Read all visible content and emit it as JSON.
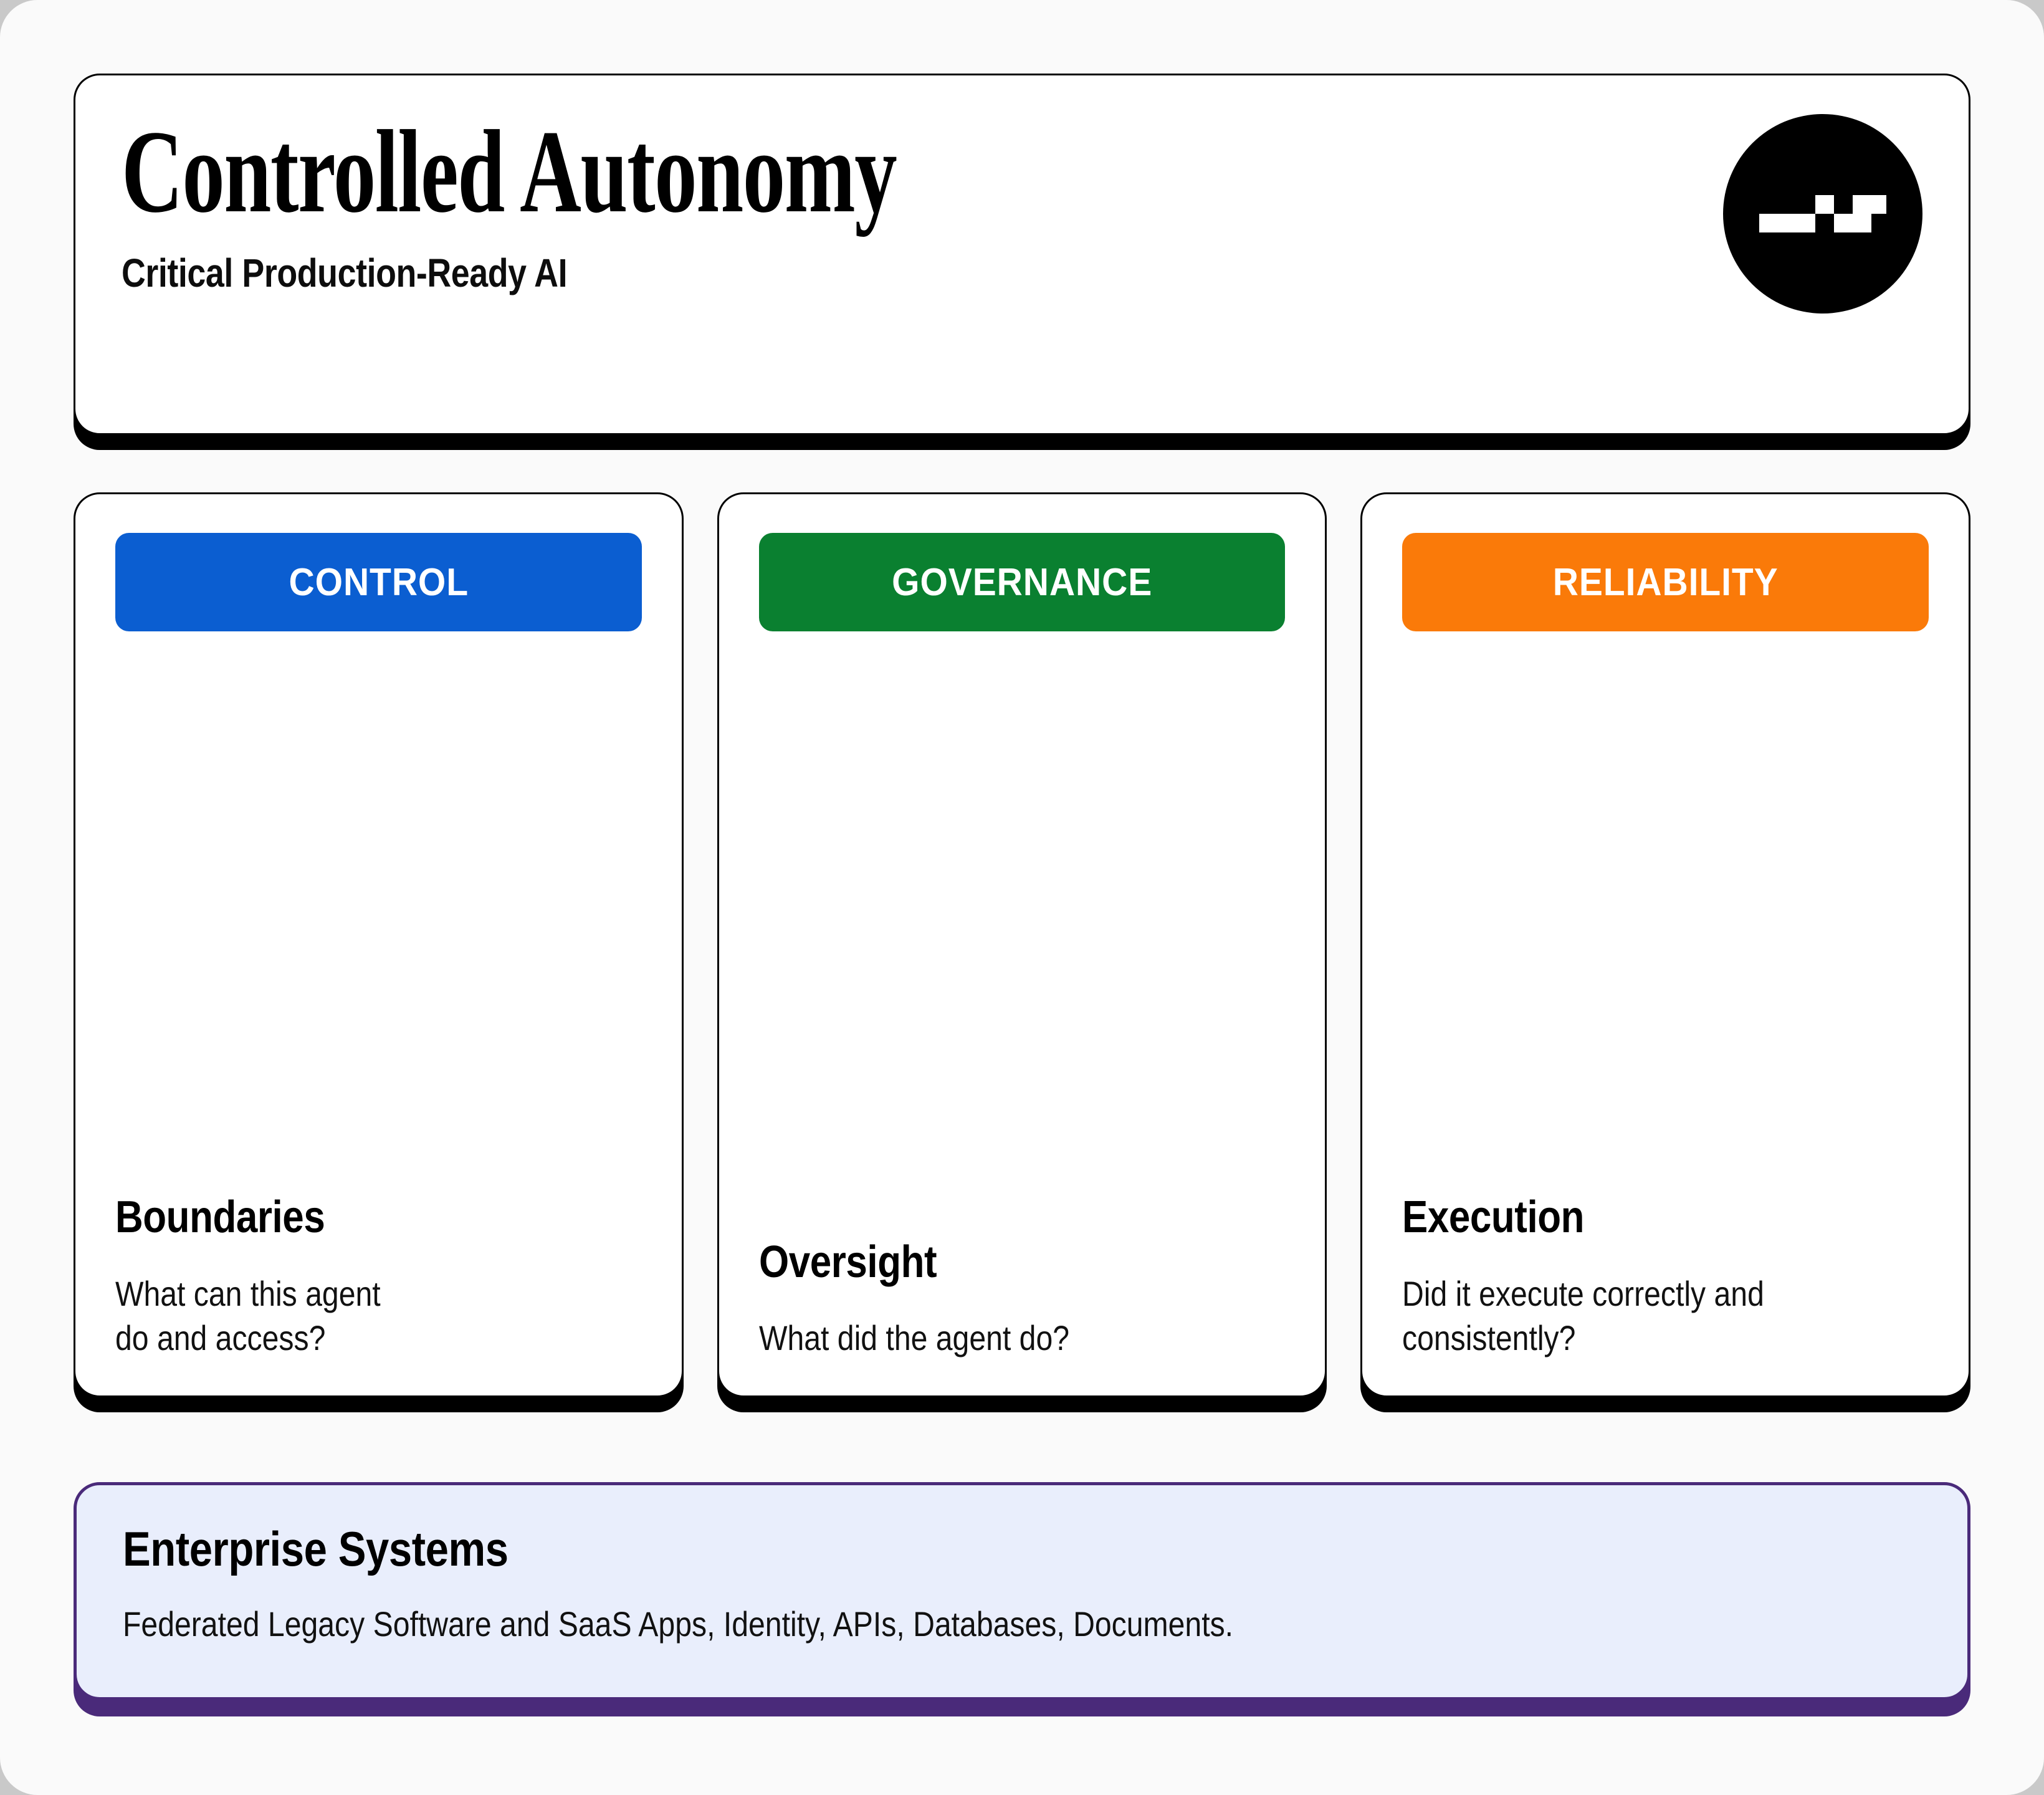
{
  "header": {
    "title": "Controlled Autonomy",
    "subtitle": "Critical Production-Ready AI",
    "logo_icon": "stepped-blocks-logo-icon"
  },
  "pillars": [
    {
      "badge_label": "CONTROL",
      "badge_color": "#0b5ed1",
      "heading": "Boundaries",
      "body": "What can this agent\ndo and access?"
    },
    {
      "badge_label": "GOVERNANCE",
      "badge_color": "#0a8030",
      "heading": "Oversight",
      "body": "What did the agent do?"
    },
    {
      "badge_label": "RELIABILITY",
      "badge_color": "#fa7a09",
      "heading": "Execution",
      "body": "Did it execute correctly and\nconsistently?"
    }
  ],
  "enterprise": {
    "title": "Enterprise Systems",
    "subtitle": "Federated Legacy Software and SaaS Apps, Identity, APIs, Databases, Documents.",
    "panel_bg": "#e9eefc",
    "panel_border": "#4a2a7a"
  },
  "theme": {
    "page_bg": "#fafafa",
    "canvas_bg": "#c9c9c9",
    "card_border": "#000000",
    "card_shadow": "#000000"
  }
}
